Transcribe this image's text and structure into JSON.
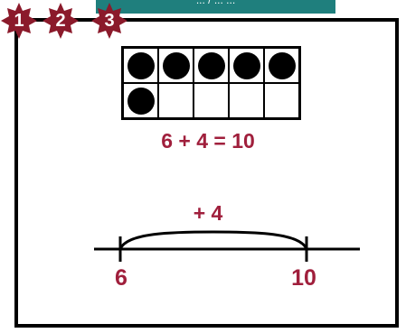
{
  "banner": {
    "text": "... / ... ..."
  },
  "steps": [
    {
      "label": "1",
      "color": "#8b1a2b"
    },
    {
      "label": "2",
      "color": "#8b1a2b"
    },
    {
      "label": "3",
      "color": "#8b1a2b"
    }
  ],
  "ten_frame": {
    "filled_counters": 6,
    "total_cells": 10
  },
  "equation": "6 + 4 = 10",
  "number_line": {
    "jump_label": "+ 4",
    "start_label": "6",
    "end_label": "10"
  },
  "colors": {
    "accent": "#a01f3c",
    "banner": "#1f7f7d",
    "star": "#8b1a2b"
  }
}
